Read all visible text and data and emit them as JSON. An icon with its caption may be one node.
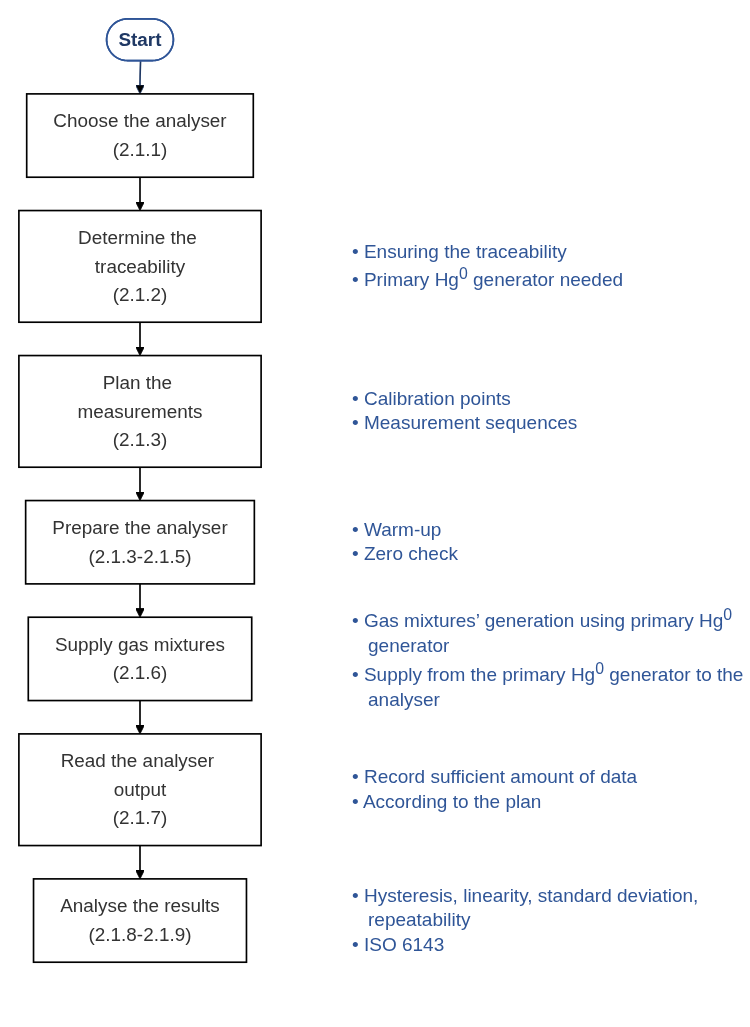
{
  "diagram": {
    "nodes": [
      {
        "text": [
          "Start"
        ]
      },
      {
        "text": [
          "Choose the analyser",
          "(2.1.1)"
        ]
      },
      {
        "text": [
          "Determine the traceability",
          "(2.1.2)"
        ],
        "beside": [
          "• Ensuring the traceability",
          "• Primary Hg$^{0}$ generator needed"
        ]
      },
      {
        "text": [
          "Plan the measurements",
          "(2.1.3)"
        ],
        "beside": [
          "• Calibration points",
          "• Measurement sequences"
        ]
      },
      {
        "text": [
          "Prepare the analyser",
          "(2.1.3-2.1.5)"
        ],
        "beside": [
          "• Warm-up",
          "• Zero check"
        ]
      },
      {
        "text": [
          "Supply gas mixtures",
          "(2.1.6)"
        ],
        "beside": [
          "• Gas mixtures’ generation using primary Hg$^{0}$ generator",
          "• Supply from the primary Hg$^{0}$ generator to the analyser"
        ]
      },
      {
        "text": [
          "Read the analyser output",
          "(2.1.7)"
        ],
        "beside": [
          "• Record sufficient amount of data",
          "• According to the plan"
        ]
      },
      {
        "text": [
          "Analyse the results",
          "(2.1.8-2.1.9)"
        ],
        "beside": [
          "• Hysteresis, linearity, standard deviation, repeatability",
          "• ISO 6143"
        ]
      }
    ],
    "edges": [
      {
        "from": 0,
        "to": 1,
        "arrow": "to",
        "color": "#1f3864"
      },
      {
        "from": 1,
        "to": 2,
        "arrow": "to"
      },
      {
        "from": 2,
        "to": 3,
        "arrow": "to"
      },
      {
        "from": 3,
        "to": 4,
        "arrow": "to"
      },
      {
        "from": 4,
        "to": 5,
        "arrow": "to"
      },
      {
        "from": 5,
        "to": 6,
        "arrow": "to"
      },
      {
        "from": 6,
        "to": 7,
        "arrow": "to"
      }
    ]
  }
}
